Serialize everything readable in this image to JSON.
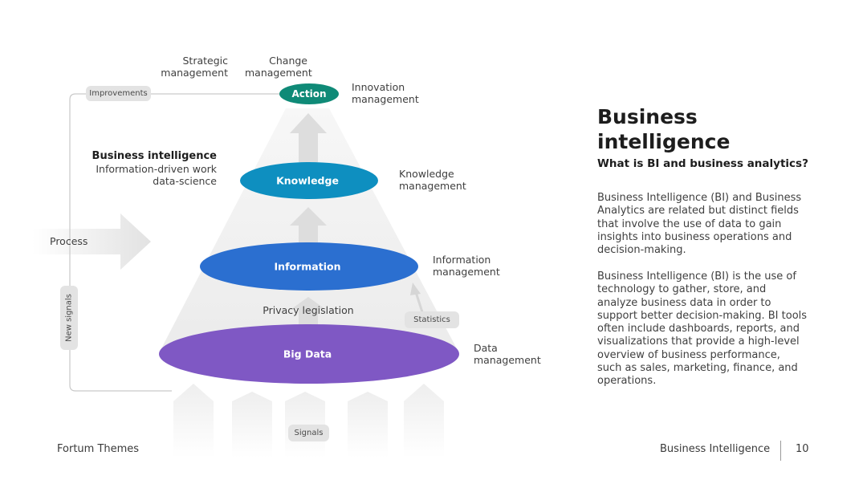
{
  "diagram": {
    "top_labels": {
      "strategic": [
        "Strategic",
        "management"
      ],
      "change": [
        "Change",
        "management"
      ],
      "innovation": [
        "Innovation",
        "management"
      ]
    },
    "pills": {
      "improvements": "Improvements",
      "new_signals": "New signals",
      "statistics": "Statistics",
      "signals": "Signals"
    },
    "process_label": "Process",
    "bi_block": {
      "title": "Business intelligence",
      "line1": "Information-driven work",
      "line2": "data-science"
    },
    "levels": {
      "action": "Action",
      "knowledge": "Knowledge",
      "information": "Information",
      "big_data": "Big Data"
    },
    "side_labels": {
      "knowledge_mgmt": [
        "Knowledge",
        "management"
      ],
      "information_mgmt": [
        "Information",
        "management"
      ],
      "data_mgmt": [
        "Data",
        "management"
      ]
    },
    "privacy": "Privacy legislation",
    "colors": {
      "action": "#0f8a77",
      "knowledge": "#0e8fc0",
      "information": "#2b6fd0",
      "big_data": "#7f58c4"
    }
  },
  "panel": {
    "title_line1": "Business",
    "title_line2": "intelligence",
    "subtitle": "What is BI and business analytics?",
    "para1": "Business Intelligence (BI) and Business Analytics are related but distinct fields that involve the use of data to gain insights into business operations and decision-making.",
    "para2": "Business Intelligence (BI) is the use of technology to gather, store, and analyze business data in order to support better decision-making. BI tools often include dashboards, reports, and visualizations that provide a high-level overview of business performance, such as sales, marketing, finance, and operations."
  },
  "footer": {
    "left": "Fortum Themes",
    "right": "Business Intelligence",
    "page": "10"
  }
}
